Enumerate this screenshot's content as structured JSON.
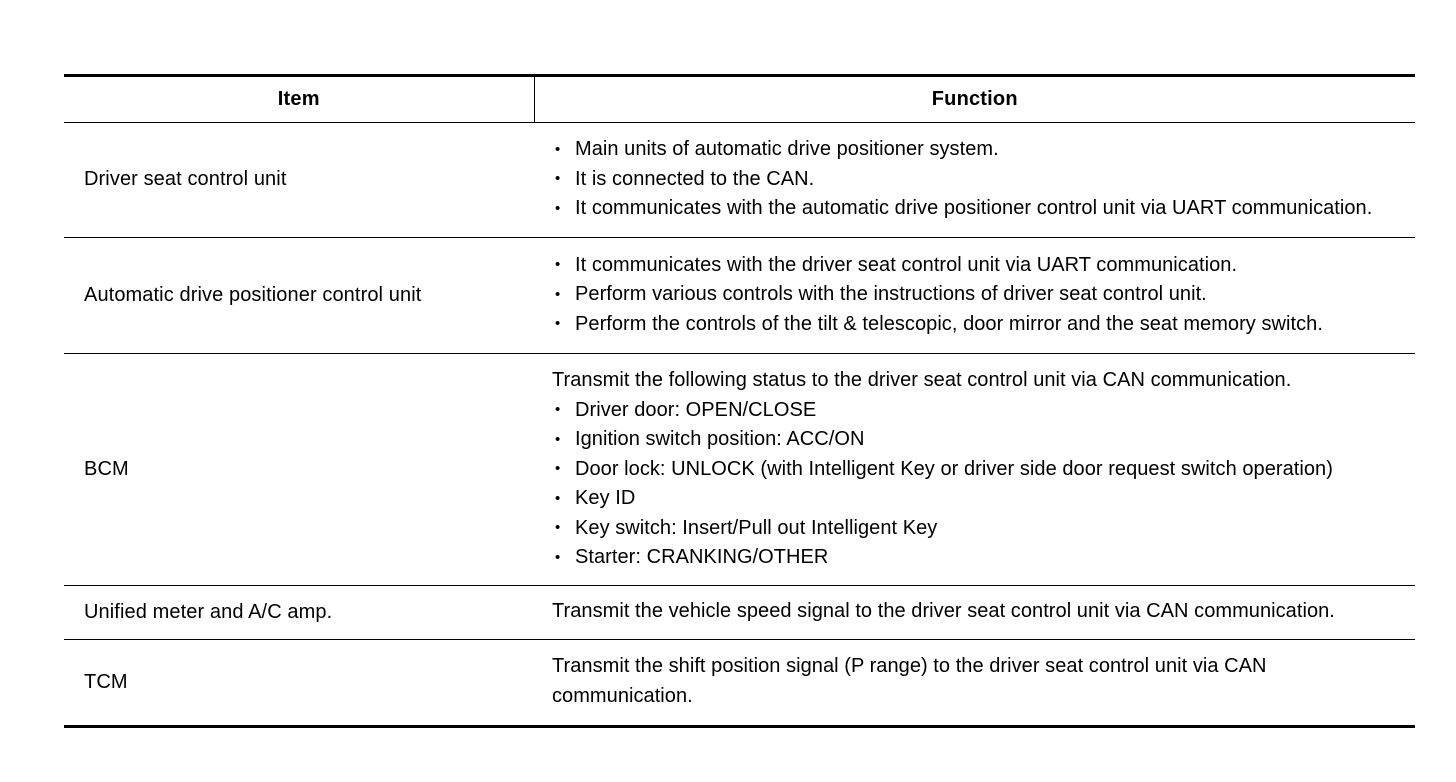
{
  "table": {
    "columns": [
      {
        "key": "item",
        "label": "Item"
      },
      {
        "key": "function",
        "label": "Function"
      }
    ],
    "rows": [
      {
        "item": "Driver seat control unit",
        "intro": "",
        "bullets": [
          "Main units of automatic drive positioner system.",
          "It is connected to the CAN.",
          "It communicates with the automatic drive positioner control unit via UART communication."
        ]
      },
      {
        "item": "Automatic drive positioner control unit",
        "intro": "",
        "bullets": [
          "It communicates with the driver seat control unit via UART communication.",
          "Perform various controls with the instructions of driver seat control unit.",
          "Perform the controls of the tilt & telescopic, door mirror and the seat memory switch."
        ]
      },
      {
        "item": "BCM",
        "intro": "Transmit the following status to the driver seat control unit via CAN communication.",
        "bullets": [
          "Driver door: OPEN/CLOSE",
          "Ignition switch position: ACC/ON",
          "Door lock: UNLOCK (with Intelligent Key or driver side door request switch operation)",
          "Key ID",
          "Key switch: Insert/Pull out Intelligent Key",
          "Starter: CRANKING/OTHER"
        ]
      },
      {
        "item": "Unified meter and A/C amp.",
        "intro": "Transmit the vehicle speed signal to the driver seat control unit via CAN communication.",
        "bullets": []
      },
      {
        "item": "TCM",
        "intro": "Transmit the shift position signal (P range) to the driver seat control unit via CAN communication.",
        "bullets": []
      }
    ]
  },
  "style": {
    "rule_color": "#000000",
    "text_color": "#000000",
    "background": "#ffffff"
  }
}
